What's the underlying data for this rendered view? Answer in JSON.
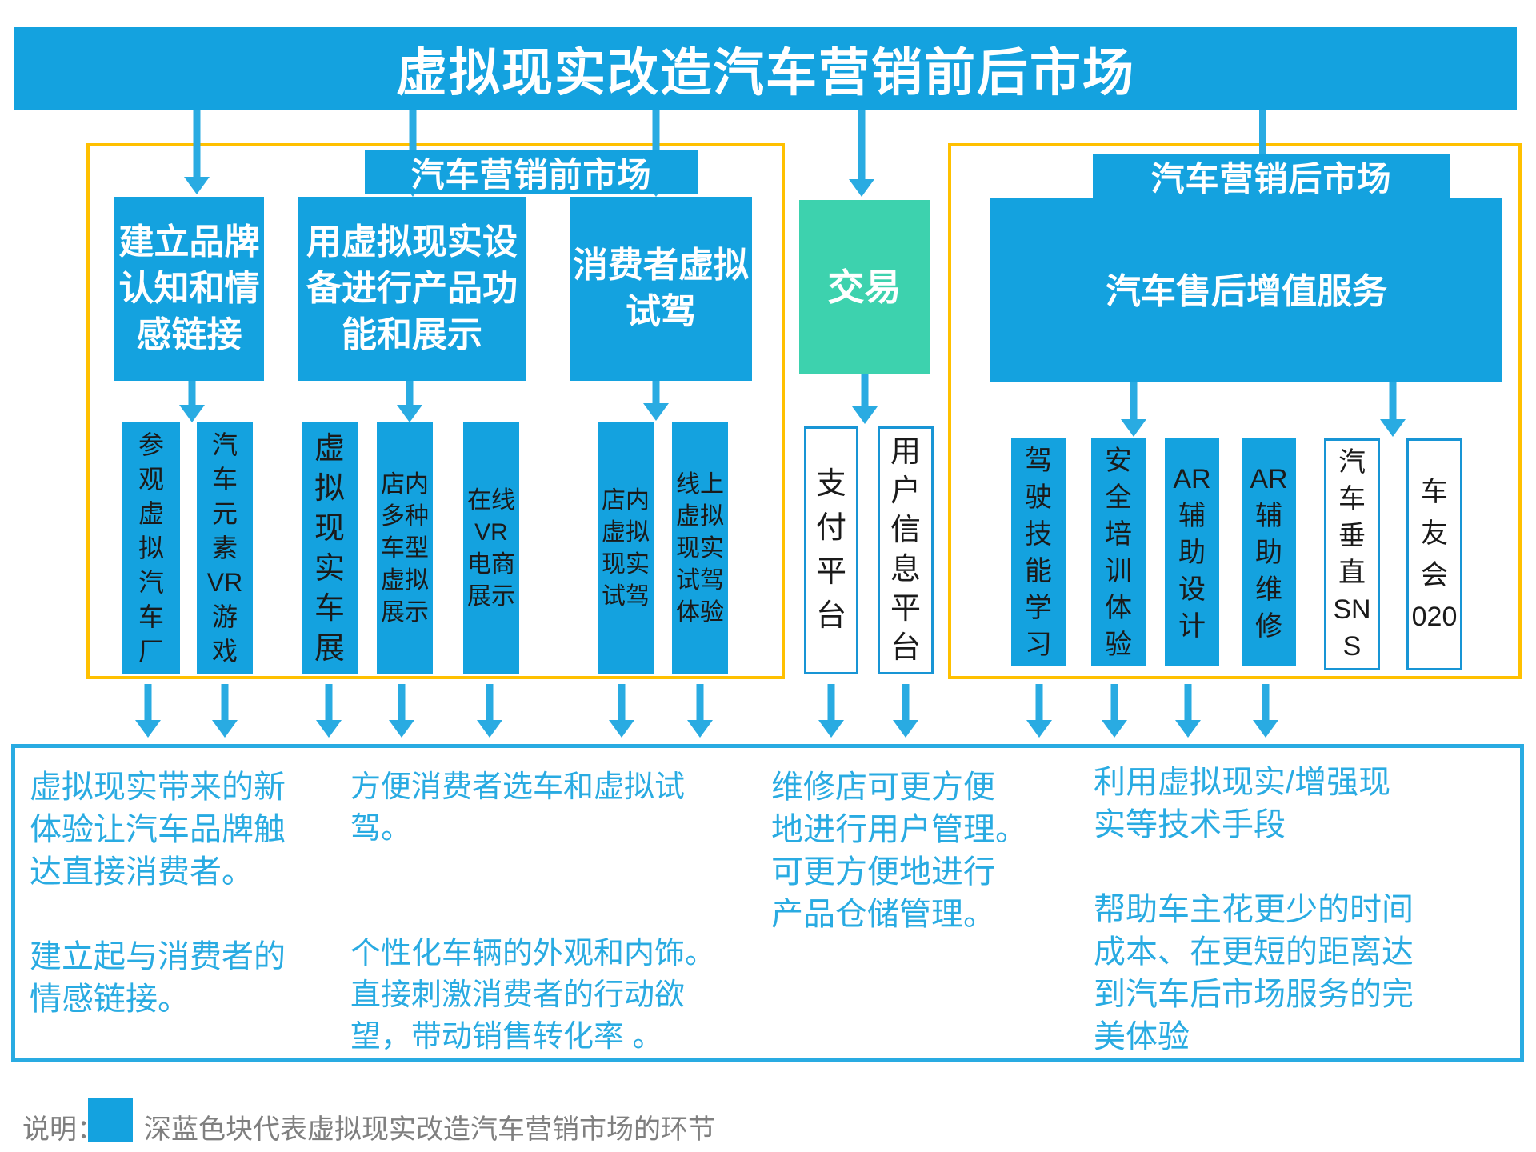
{
  "title": "虚拟现实改造汽车营销前后市场",
  "pre_market": {
    "label": "汽车营销前市场",
    "boxes": [
      {
        "lines": [
          "建立品牌",
          "认知和情",
          "感链接"
        ]
      },
      {
        "lines": [
          "用虚拟现实设",
          "备进行产品功",
          "能和展示"
        ]
      },
      {
        "lines": [
          "消费者虚拟",
          "试驾"
        ]
      }
    ],
    "sub_boxes": [
      {
        "lines": [
          "参",
          "观",
          "虚",
          "拟",
          "汽",
          "车",
          "厂"
        ]
      },
      {
        "lines": [
          "汽",
          "车",
          "元",
          "素",
          "VR",
          "游",
          "戏"
        ]
      },
      {
        "lines": [
          "虚",
          "拟",
          "现",
          "实",
          "车",
          "展"
        ]
      },
      {
        "lines": [
          "店内",
          "多种",
          "车型",
          "虚拟",
          "展示"
        ]
      },
      {
        "lines": [
          "在线",
          "VR",
          "电商",
          "展示"
        ]
      },
      {
        "lines": [
          "店内",
          "虚拟",
          "现实",
          "试驾"
        ]
      },
      {
        "lines": [
          "线上",
          "虚拟",
          "现实",
          "试驾",
          "体验"
        ]
      }
    ]
  },
  "transaction": {
    "label": "交易",
    "platforms": [
      {
        "lines": [
          "支",
          "付",
          "平",
          "台"
        ]
      },
      {
        "lines": [
          "用",
          "户",
          "信",
          "息",
          "平",
          "台"
        ]
      }
    ]
  },
  "post_market": {
    "label": "汽车营销后市场",
    "main_box": "汽车售后增值服务",
    "sub_boxes": [
      {
        "lines": [
          "驾",
          "驶",
          "技",
          "能",
          "学",
          "习"
        ]
      },
      {
        "lines": [
          "安",
          "全",
          "培",
          "训",
          "体",
          "验"
        ]
      },
      {
        "lines": [
          "AR",
          "辅",
          "助",
          "设",
          "计"
        ]
      },
      {
        "lines": [
          "AR",
          "辅",
          "助",
          "维",
          "修"
        ]
      },
      {
        "lines": [
          "汽",
          "车",
          "垂",
          "直",
          "SN",
          "S"
        ]
      },
      {
        "lines": [
          "车",
          "友",
          "会",
          "020"
        ]
      }
    ]
  },
  "benefits": [
    {
      "lines": [
        "虚拟现实带来的新",
        "体验让汽车品牌触",
        "达直接消费者。",
        "",
        "建立起与消费者的",
        "情感链接。"
      ]
    },
    {
      "lines": [
        "方便消费者选车和虚拟试",
        "驾。",
        "",
        "",
        "个性化车辆的外观和内饰。",
        "直接刺激消费者的行动欲",
        "望，带动销售转化率 。"
      ]
    },
    {
      "lines": [
        "维修店可更方便",
        "地进行用户管理。",
        "可更方便地进行",
        "产品仓储管理。"
      ]
    },
    {
      "lines": [
        "利用虚拟现实/增强现",
        "实等技术手段",
        "",
        "帮助车主花更少的时间",
        "成本、在更短的距离达",
        "到汽车后市场服务的完",
        "美体验"
      ]
    }
  ],
  "legend": {
    "prefix": "说明：",
    "text": "深蓝色块代表虚拟现实改造汽车营销市场的环节"
  },
  "colors": {
    "blue": "#14A2DF",
    "green": "#3DD2AE",
    "yellow": "#FFC000",
    "light_blue": "#29ABE2",
    "border_blue": "#1895D5",
    "gray": "#7F7F7F",
    "ink": "#1A1A1A"
  }
}
